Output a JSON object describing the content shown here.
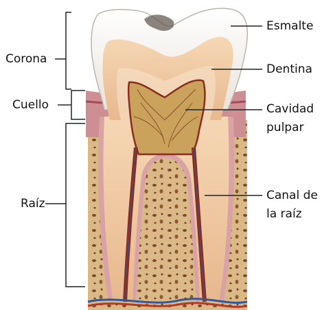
{
  "labels": {
    "left": {
      "corona": "Corona",
      "cuello": "Cuello",
      "raiz": "Raíz"
    },
    "right": {
      "esmalte": "Esmalte",
      "dentina": "Dentina",
      "cavidad_line1": "Cavidad",
      "cavidad_line2": "pulpar",
      "canal_line1": "Canal de",
      "canal_line2": "la raíz"
    }
  },
  "colors": {
    "enamel": "#f3f1ee",
    "dentin": "#eec9a3",
    "pulp": "#c8a35a",
    "gum": "#c98f95",
    "bone": "#d7b47c",
    "bone_spots": "#7a4a2a",
    "root_canal": "#8a2d1e",
    "leader": "#222222"
  }
}
